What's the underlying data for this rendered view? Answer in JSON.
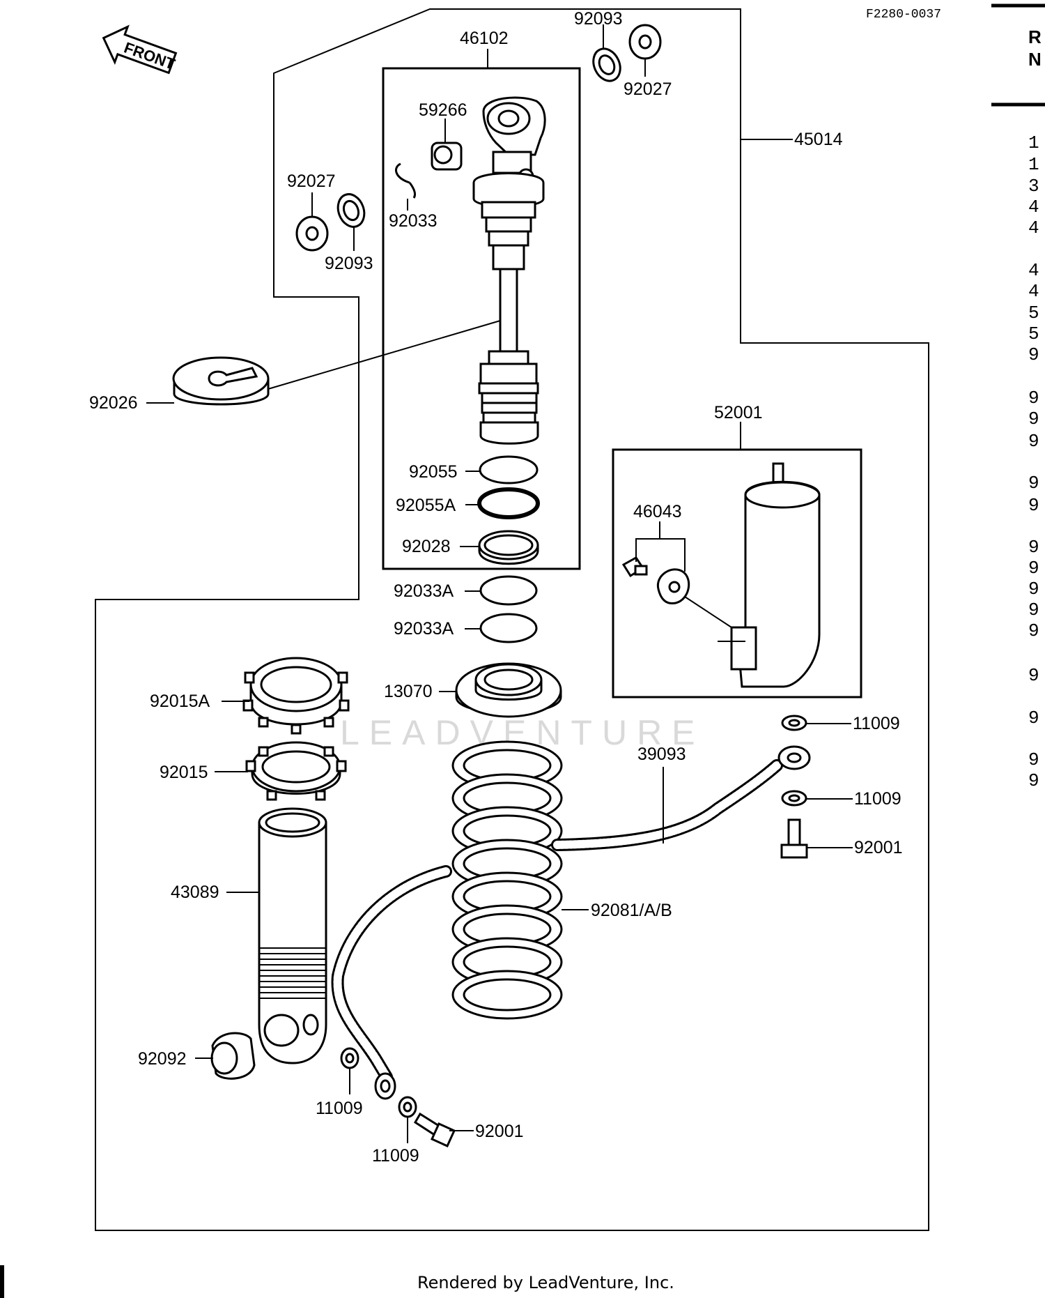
{
  "diagram_code": "F2280-0037",
  "front_arrow_label": "FRONT",
  "watermark": "LEADVENTURE",
  "footer_text": "Rendered by LeadVenture, Inc.",
  "side_header": [
    "R",
    "N"
  ],
  "side_index": [
    "1",
    "1",
    "3",
    "4",
    "4",
    "4",
    "4",
    "5",
    "5",
    "9",
    "9",
    "9",
    "9",
    "9",
    "9",
    "9",
    "9",
    "9",
    "9",
    "9",
    "9",
    "9",
    "9",
    "9"
  ],
  "callouts": {
    "c46102": "46102",
    "c92093_top": "92093",
    "c92027_top": "92027",
    "c45014": "45014",
    "c59266": "59266",
    "c92027_left": "92027",
    "c92033": "92033",
    "c92093_left": "92093",
    "c92026": "92026",
    "c52001": "52001",
    "c92055": "92055",
    "c92055A": "92055A",
    "c46043": "46043",
    "c92028": "92028",
    "c92033A_1": "92033A",
    "c92033A_2": "92033A",
    "c13070": "13070",
    "c92015A": "92015A",
    "c11009_r1": "11009",
    "c39093": "39093",
    "c92015": "92015",
    "c11009_r2": "11009",
    "c92001_r": "92001",
    "c43089": "43089",
    "c92081": "92081/A/B",
    "c92092": "92092",
    "c11009_b1": "11009",
    "c92001_b": "92001",
    "c11009_b2": "11009"
  }
}
